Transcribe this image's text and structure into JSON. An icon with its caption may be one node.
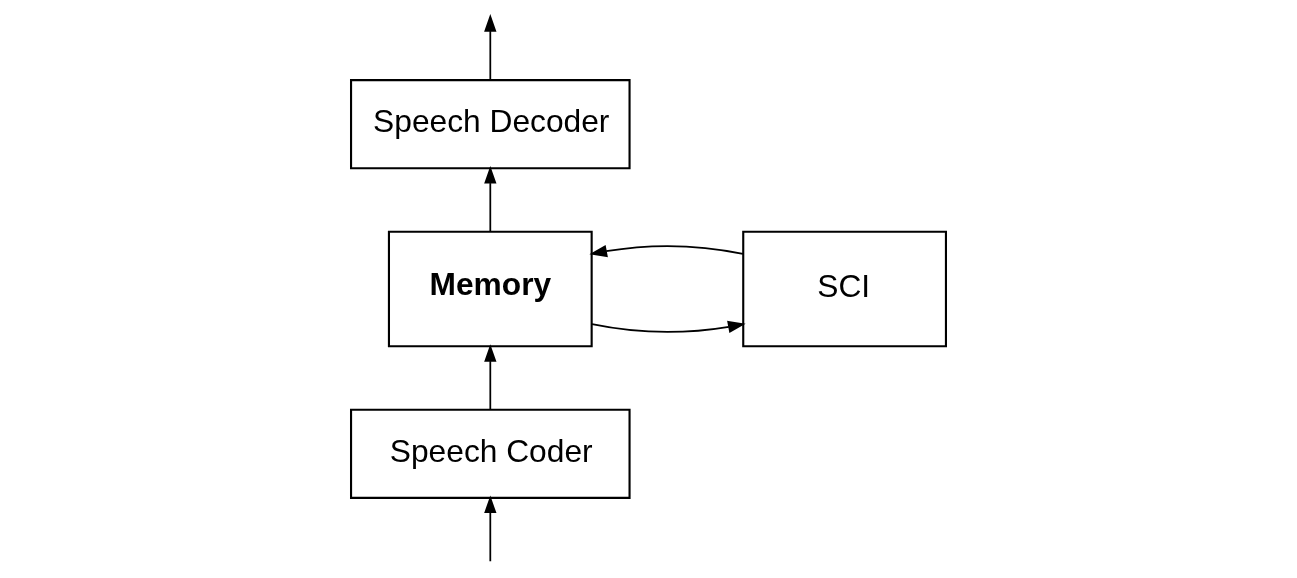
{
  "diagram": {
    "nodes": [
      {
        "text": [
          "Speech Decoder"
        ]
      },
      {
        "text": [
          "SCI"
        ]
      },
      {
        "text": [
          "Memory"
        ]
      },
      {
        "text": [
          "Speech Coder"
        ]
      }
    ],
    "edges": [
      {
        "from": null,
        "to": 3,
        "arrow": "to"
      },
      {
        "from": 3,
        "to": 2,
        "arrow": "to"
      },
      {
        "from": 2,
        "to": 0,
        "arrow": "to"
      },
      {
        "from": 0,
        "to": null,
        "arrow": "to"
      },
      {
        "from": 1,
        "to": 2,
        "arrow": "to"
      },
      {
        "from": 2,
        "to": 1,
        "arrow": "to"
      }
    ]
  }
}
